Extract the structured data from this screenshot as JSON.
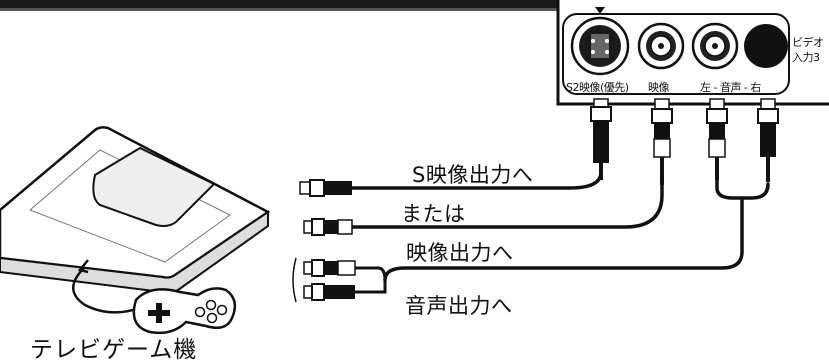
{
  "panel": {
    "jack_labels": {
      "s_video_priority": "S2映像(優先)",
      "video": "映像",
      "audio_lr": "左 - 音声 - 右"
    },
    "input_label_line1": "ビデオ",
    "input_label_line2": "入力3"
  },
  "cables": {
    "s_video_to": "S映像出力へ",
    "or": "または",
    "video_to": "映像出力へ",
    "audio_to": "音声出力へ"
  },
  "device": {
    "name": "テレビゲーム機"
  }
}
